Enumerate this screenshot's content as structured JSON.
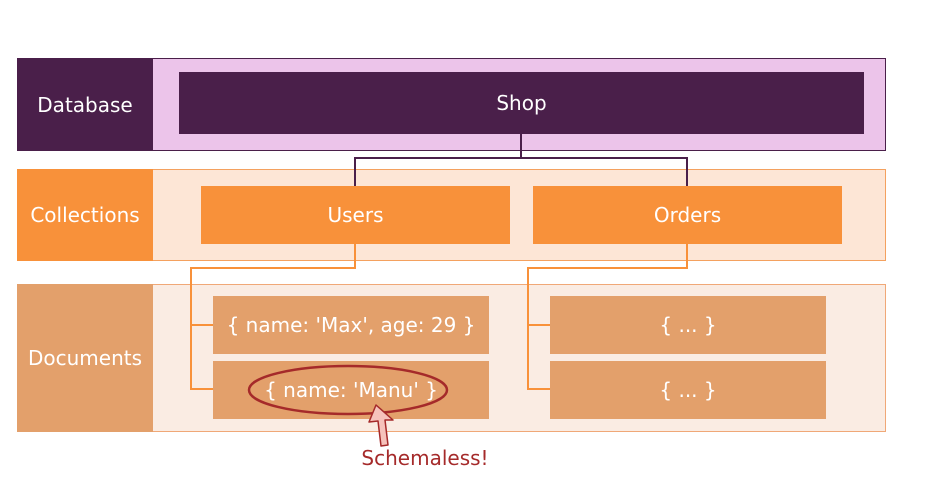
{
  "rows": {
    "database": {
      "label": "Database"
    },
    "collections": {
      "label": "Collections"
    },
    "documents": {
      "label": "Documents"
    }
  },
  "shop": {
    "label": "Shop"
  },
  "collections": {
    "users": {
      "label": "Users"
    },
    "orders": {
      "label": "Orders"
    }
  },
  "documents": {
    "users": [
      "{ name: 'Max', age: 29 }",
      "{ name: 'Manu' }"
    ],
    "orders": [
      "{ ... }",
      "{ ... }"
    ]
  },
  "annotation": {
    "label": "Schemaless!"
  },
  "colors": {
    "database": "#4a1f4a",
    "database_bg": "#ecc4ea",
    "collections": "#f8913a",
    "collections_bg": "#fde6d6",
    "documents": "#e3a06b",
    "documents_bg": "#faece3",
    "annotation": "#a52a2a"
  }
}
